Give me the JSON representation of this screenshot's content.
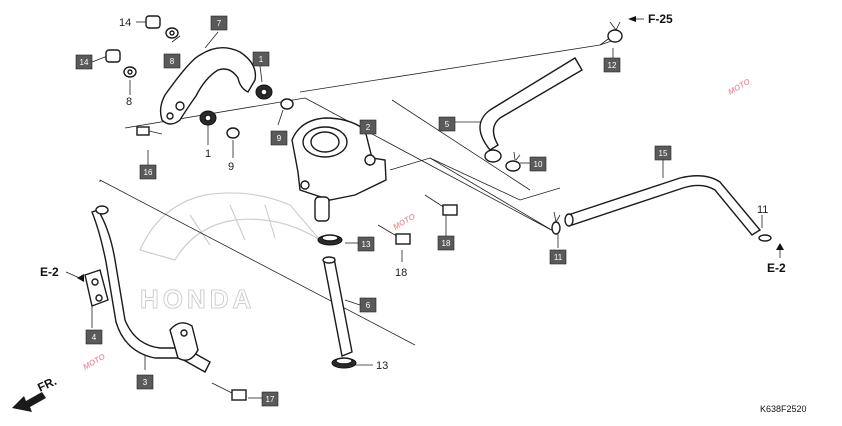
{
  "diagram": {
    "code": "K638F2520",
    "direction_label": "FR.",
    "refs": {
      "f25": "F-25",
      "e2_left": "E-2",
      "e2_right": "E-2"
    },
    "brand_mark_text": "HONDA",
    "watermark_text": "MOTO",
    "plain_labels": {
      "l14": "14",
      "l8": "8",
      "l1": "1",
      "l9": "9",
      "l11": "11",
      "l18": "18",
      "l13": "13"
    },
    "boxed_labels": {
      "b7": "7",
      "b14": "14",
      "b8": "8",
      "b1": "1",
      "b9": "9",
      "b2": "2",
      "b16": "16",
      "b12": "12",
      "b5": "5",
      "b10": "10",
      "b15": "15",
      "b11": "11",
      "b18": "18",
      "b13": "13",
      "b6": "6",
      "b4": "4",
      "b3": "3",
      "b17": "17"
    },
    "colors": {
      "box_fill": "#5a5a5a",
      "line": "#222222",
      "watermark": "#d9495a"
    }
  }
}
